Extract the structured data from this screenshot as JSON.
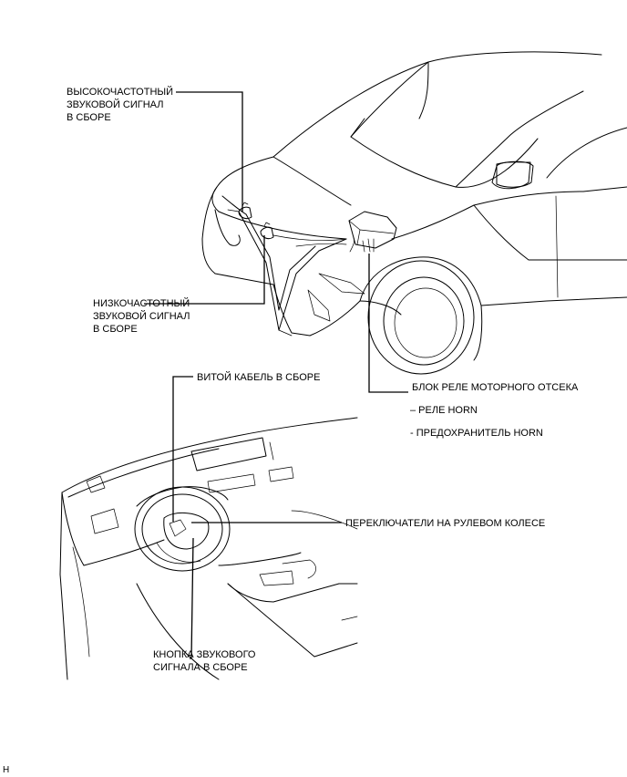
{
  "labels": {
    "high_horn": "ВЫСОКОЧАСТОТНЫЙ\nЗВУКОВОЙ СИГНАЛ\nВ СБОРЕ",
    "low_horn": "НИЗКОЧАСТОТНЫЙ\nЗВУКОВОЙ СИГНАЛ\nВ СБОРЕ",
    "relay_block": "БЛОК РЕЛЕ МОТОРНОГО ОТСЕКА",
    "relay_horn": "– РЕЛЕ HORN",
    "fuse_horn": "- ПРЕДОХРАНИТЕЛЬ HORN",
    "spiral_cable": "ВИТОЙ КАБЕЛЬ В СБОРЕ",
    "steering_switches": "ПЕРЕКЛЮЧАТЕЛИ НА РУЛЕВОМ КОЛЕСЕ",
    "horn_button": "КНОПКА ЗВУКОВОГО\nСИГНАЛА В СБОРЕ"
  },
  "figure_code": "H"
}
